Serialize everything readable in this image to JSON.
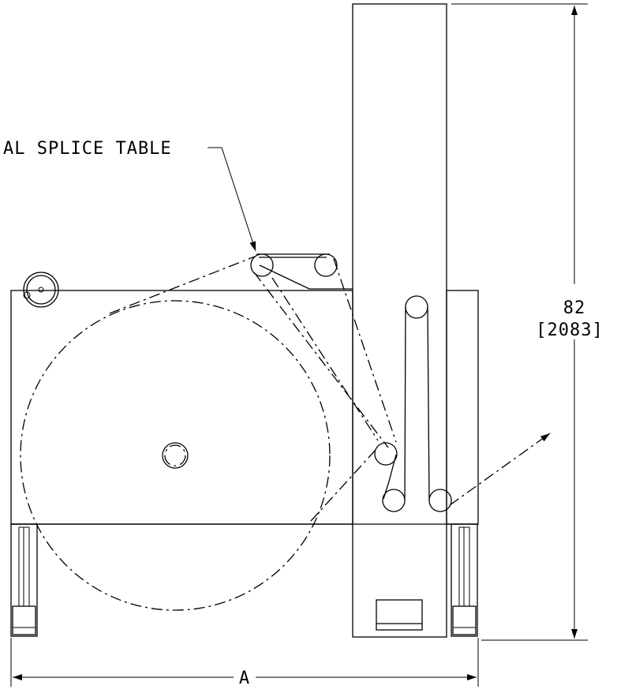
{
  "callout": {
    "text": "AL SPLICE TABLE"
  },
  "dimension_height": {
    "value": "82",
    "metric": "[2083]"
  },
  "dimension_width": {
    "label": "A"
  }
}
